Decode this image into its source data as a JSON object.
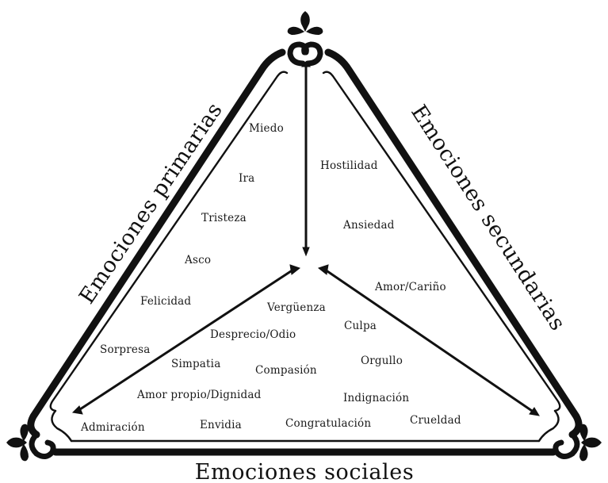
{
  "labels": {
    "left_side": "Emociones primarias",
    "right_side": "Emociones secundarias",
    "bottom": "Emociones sociales"
  },
  "words": {
    "miedo": "Miedo",
    "ira": "Ira",
    "tristeza": "Tristeza",
    "asco": "Asco",
    "felicidad": "Felicidad",
    "sorpresa": "Sorpresa",
    "hostilidad": "Hostilidad",
    "ansiedad": "Ansiedad",
    "amor_carino": "Amor/Cariño",
    "verguenza": "Vergüenza",
    "desprecio_odio": "Desprecio/Odio",
    "culpa": "Culpa",
    "simpatia": "Simpatia",
    "compasion": "Compasión",
    "orgullo": "Orgullo",
    "amor_propio": "Amor propio/Dignidad",
    "indignacion": "Indignación",
    "admiracion": "Admiración",
    "envidia": "Envidia",
    "congratulacion": "Congratulación",
    "crueldad": "Crueldad"
  },
  "colors": {
    "ink": "#111111",
    "background": "#ffffff"
  },
  "ornaments": [
    "top-fleur-ornament",
    "left-fleur-ornament",
    "right-fleur-ornament"
  ]
}
